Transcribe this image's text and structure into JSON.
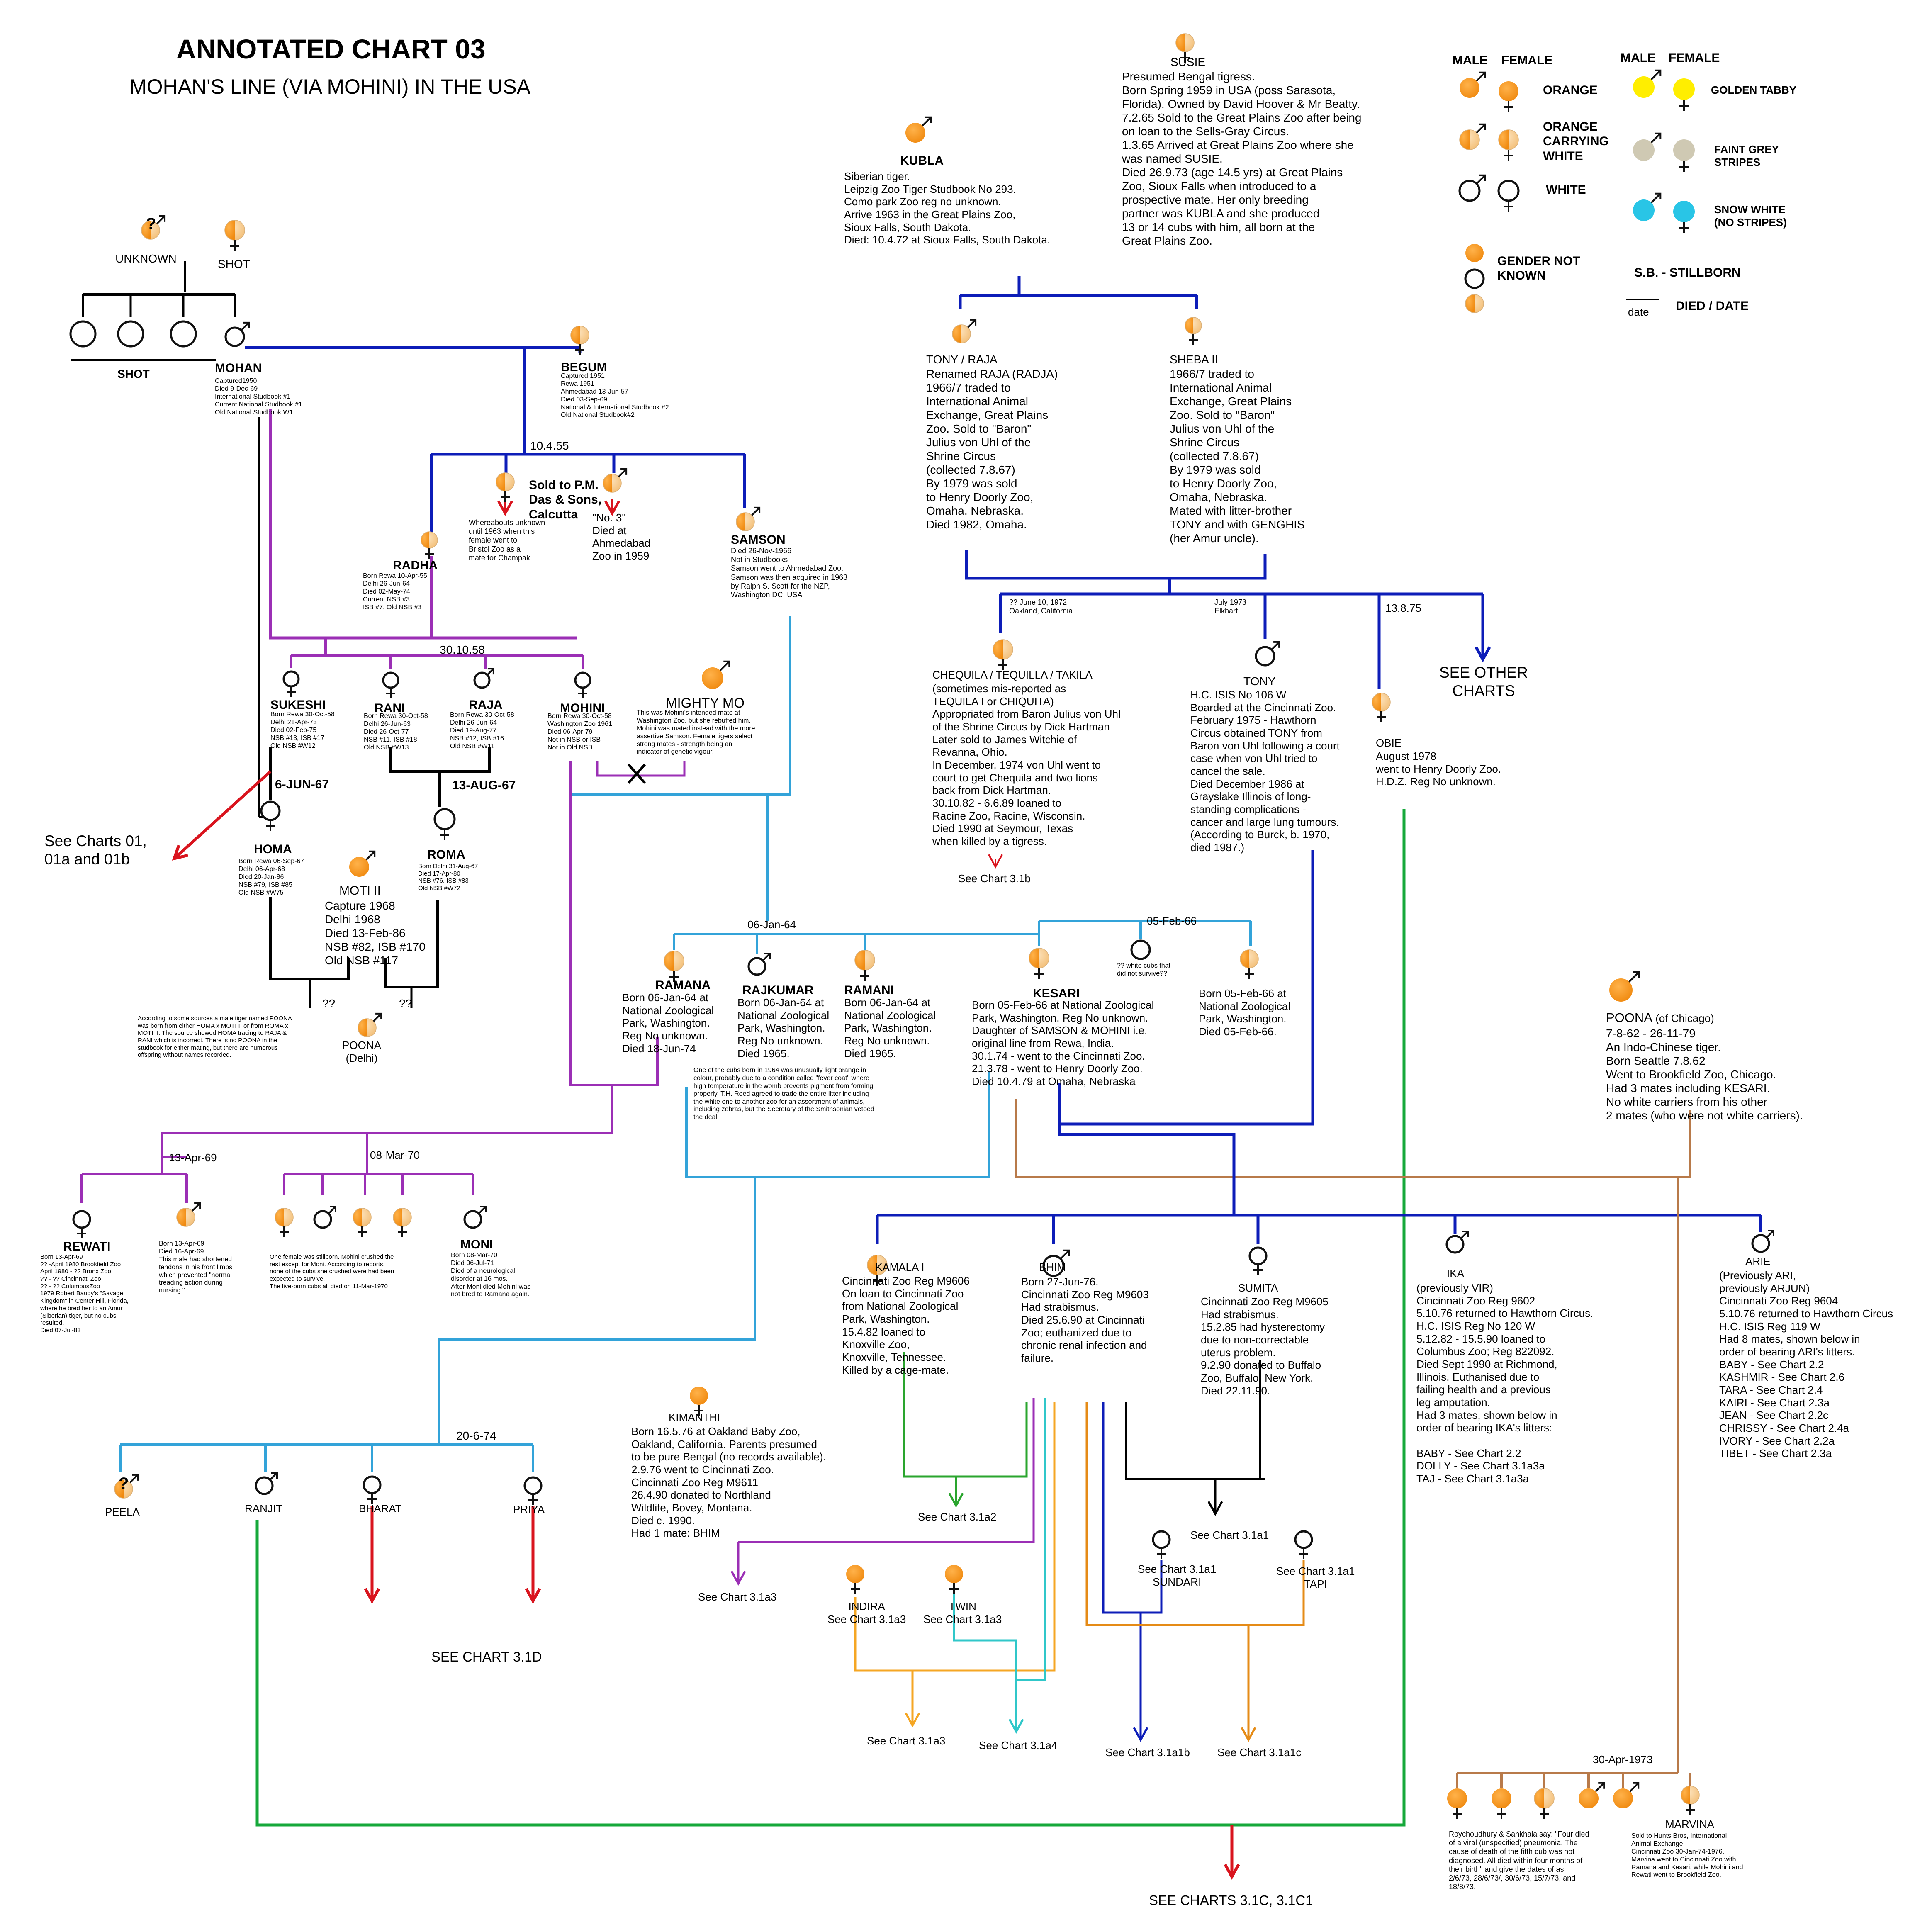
{
  "header": {
    "title": "ANNOTATED CHART 03",
    "subtitle": "MOHAN'S LINE (VIA MOHINI) IN THE USA"
  },
  "legend": {
    "male": "MALE",
    "female": "FEMALE",
    "orange": "ORANGE",
    "carrying": "ORANGE\nCARRYING\nWHITE",
    "white": "WHITE",
    "golden": "GOLDEN TABBY",
    "faint": "FAINT GREY\nSTRIPES",
    "snow": "SNOW WHITE\n(NO STRIPES)",
    "gender": "GENDER NOT\nKNOWN",
    "sb": "S.B.  - STILLBORN",
    "died": "DIED / DATE",
    "date_word": "date"
  },
  "colors": {
    "orange": "#f7931e",
    "pale": "#f9d39c",
    "golden": "#ffee00",
    "grey": "#cfc9b3",
    "snow": "#29c5e6",
    "blue": "#0d1db8",
    "purple": "#9b2fb5",
    "lightblue": "#33a3d9",
    "red": "#d9141e",
    "green": "#15a83a",
    "brown": "#b87a4a",
    "orange_line": "#e58b17",
    "amber": "#f5a623",
    "cyan": "#30c7c9",
    "lightgreen": "#2aa52e"
  },
  "nodes": {
    "unknown": "UNKNOWN",
    "shot": "SHOT",
    "shot_cubs": "SHOT",
    "mohan_name": "MOHAN",
    "mohan_info": "Captured1950\nDied 9-Dec-69\nInternational Studbook #1\nCurrent National Studbook #1\nOld National Studbook W1",
    "begum_name": "BEGUM",
    "begum_info": "Captured 1951\nRewa 1951\nAhmedabad 13-Jun-57\nDied 03-Sep-69\nNational & International Studbook #2\nOld National Studbook#2",
    "date_10455": "10.4.55",
    "sold_pm": "Sold to P.M.\nDas & Sons,\nCalcutta",
    "whereabouts": "Whereabouts unknown\nuntil 1963 when this\nfemale went to\nBristol Zoo as a\nmate for Champak",
    "no3": "\"No. 3\"\nDied at\nAhmedabad\nZoo in 1959",
    "samson_name": "SAMSON",
    "samson_info": "Died 26-Nov-1966\nNot in Studbooks\nSamson went to Ahmedabad Zoo.\nSamson was then acquired in 1963\nby Ralph S. Scott for the NZP,\nWashington DC, USA",
    "radha_name": "RADHA",
    "radha_info": "Born Rewa 10-Apr-55\nDelhi 26-Jun-64\nDied 02-May-74\nCurrent NSB #3\nISB #7, Old NSB #3",
    "date_301058": "30.10.58",
    "sukeshi_name": "SUKESHI",
    "sukeshi_info": "Born Rewa 30-Oct-58\nDelhi 21-Apr-73\nDied 02-Feb-75\nNSB #13, ISB #17\nOld NSB #W12",
    "rani_name": "RANI",
    "rani_info": "Born Rewa 30-Oct-58\nDelhi 26-Jun-63\nDied 26-Oct-77\nNSB #11, ISB #18\nOld NSB #W13",
    "raja_name": "RAJA",
    "raja_info": "Born Rewa 30-Oct-58\nDelhi 26-Jun-64\nDied 19-Aug-77\nNSB #12, ISB #16\nOld NSB #W11",
    "mohini_name": "MOHINI",
    "mohini_info": "Born Rewa 30-Oct-58\nWashington Zoo 1961\nDied 06-Apr-79\nNot in NSB or ISB\nNot in Old NSB",
    "mightymo_name": "MIGHTY MO",
    "mightymo_info": "This was Mohini's intended mate at\nWashington Zoo, but she rebuffed him.\nMohini was mated instead with the more\nassertive Samson. Female tigers select\nstrong mates - strength being an\nindicator of genetic vigour.",
    "date_6jun67": "6-JUN-67",
    "date_13aug67": "13-AUG-67",
    "see_01": "See Charts 01,\n01a and 01b",
    "homa_name": "HOMA",
    "homa_info": "Born Rewa 06-Sep-67\nDelhi 06-Apr-68\nDied 20-Jan-86\nNSB #79, ISB #85\nOld NSB #W75",
    "roma_name": "ROMA",
    "roma_info": "Born Delhi 31-Aug-67\nDied 17-Apr-80\nNSB #76, ISB #83\nOld NSB #W72",
    "moti_name": "MOTI II",
    "moti_info": "Capture 1968\nDelhi 1968\nDied 13-Feb-86\nNSB #82, ISB #170\nOld NSB #117",
    "qq1": "??",
    "qq2": "??",
    "poona_d_note": "According to some sources a male tiger named POONA\nwas born from either HOMA x MOTI II or from ROMA x\nMOTI II.  The source showed HOMA tracing to RAJA &\nRANI which is incorrect. There is no POONA in the\nstudbook for either mating, but there are numerous\noffspring without names recorded.",
    "poona_d_name": "POONA\n(Delhi)",
    "kubla_name": "KUBLA",
    "kubla_info": "Siberian tiger.\nLeipzig Zoo Tiger Studbook No 293.\nComo park Zoo reg no unknown.\nArrive 1963 in the Great Plains Zoo,\nSioux Falls, South Dakota.\nDied: 10.4.72 at Sioux Falls, South Dakota.",
    "susie_name": "SUSIE",
    "susie_info": "Presumed Bengal tigress.\nBorn Spring 1959 in USA (poss Sarasota,\nFlorida).  Owned by David Hoover & Mr Beatty.\n7.2.65 Sold to the Great Plains Zoo after being\non loan to the Sells-Gray Circus.\n1.3.65 Arrived at Great Plains Zoo where she\nwas named SUSIE.\nDied 26.9.73 (age 14.5 yrs) at Great Plains\nZoo, Sioux Falls when introduced to a\nprospective mate.  Her only breeding\npartner was KUBLA and she produced\n13 or 14 cubs with him, all  born at the\nGreat Plains Zoo.",
    "tony_raja_name": "TONY / RAJA",
    "tony_raja_info": "Renamed RAJA (RADJA)\n1966/7 traded to\nInternational Animal\nExchange, Great Plains\nZoo.  Sold to \"Baron\"\nJulius von Uhl of the\nShrine Circus\n(collected 7.8.67)\nBy 1979 was sold\nto Henry Doorly Zoo,\nOmaha, Nebraska.\nDied 1982, Omaha.",
    "sheba_name": "SHEBA II",
    "sheba_info": "1966/7 traded to\nInternational Animal\nExchange, Great Plains\nZoo.  Sold to \"Baron\"\nJulius von Uhl of the\nShrine Circus\n(collected 7.8.67)\nBy 1979 was sold\nto Henry Doorly Zoo,\nOmaha, Nebraska.\nMated with litter-brother\nTONY and with GENGHIS\n (her Amur uncle).",
    "date_june1972": "?? June 10, 1972\nOakland, California",
    "date_july1973": "July 1973\nElkhart",
    "date_13875": "13.8.75",
    "see_other": "SEE OTHER\nCHARTS",
    "chequila_name": "CHEQUILA / TEQUILLA / TAKILA",
    "chequila_info": "(sometimes mis-reported as\nTEQUILA I or CHIQUITA)\nAppropriated from Baron Julius von Uhl\nof the Shrine Circus by Dick Hartman\nLater sold to James Witchie of\nRevanna, Ohio.\nIn December, 1974 von Uhl went to\ncourt to get Chequila and two lions\nback from Dick Hartman.\n30.10.82 - 6.6.89 loaned to\nRacine Zoo, Racine, Wisconsin.\nDied 1990 at Seymour, Texas\nwhen killed by a tigress.",
    "see_31b": "See Chart 3.1b",
    "tony_name": "TONY",
    "tony_info": "H.C. ISIS No 106 W\nBoarded at the Cincinnati Zoo.\n February 1975 - Hawthorn\nCircus obtained TONY from\nBaron von Uhl following a court\ncase when von Uhl tried to\ncancel the sale.\nDied December 1986 at\nGrayslake Illinois of long-\nstanding complications -\ncancer and large lung tumours.\n(According to Burck, b. 1970,\n died 1987.)",
    "obie_name": "OBIE",
    "obie_info": "August 1978\nwent to Henry Doorly Zoo.\nH.D.Z. Reg No unknown.",
    "date_06jan64": "06-Jan-64",
    "date_05feb66": "05-Feb-66",
    "ramana_name": "RAMANA",
    "ramana_info": "Born 06-Jan-64 at\nNational Zoological\nPark, Washington.\nReg No unknown.\nDied 18-Jun-74",
    "rajkumar_name": "RAJKUMAR",
    "rajkumar_info": "Born 06-Jan-64 at\nNational Zoological\nPark, Washington.\nReg No unknown.\nDied 1965.",
    "ramani_name": "RAMANI",
    "ramani_info": "Born 06-Jan-64 at\nNational Zoological\nPark, Washington.\nReg No unknown.\nDied 1965.",
    "kesari_name": "KESARI",
    "kesari_info": "Born 05-Feb-66  at National Zoological\nPark, Washington.  Reg No unknown.\nDaughter of SAMSON & MOHINI i.e.\noriginal line from Rewa, India.\n30.1.74 - went to the Cincinnati Zoo.\n21.3.78 - went to Henry Doorly Zoo.\nDied 10.4.79 at Omaha, Nebraska",
    "whitecubs": "?? white cubs that\ndid not survive??",
    "feb66_cub_info": "Born 05-Feb-66 at\nNational Zoological\nPark, Washington.\nDied 05-Feb-66.",
    "fevercoat_note": "One of the cubs born in 1964 was unusually light orange in\ncolour, probably due to a condition called \"fever coat\" where\nhigh temperature in the womb prevents pigment from forming\nproperly.  T.H. Reed agreed to trade the entire litter including\nthe white one to another zoo for an assortment of animals,\nincluding zebras, but the Secretary of the Smithsonian vetoed\nthe deal.",
    "poona_c_name": "POONA",
    "poona_c_of": " (of Chicago)",
    "poona_c_info": "7-8-62 - 26-11-79\nAn Indo-Chinese tiger.\nBorn Seattle 7.8.62\nWent to Brookfield Zoo, Chicago.\nHad 3 mates including KESARI.\nNo white carriers from his other\n2 mates (who were not white carriers).",
    "date_13apr69": "13-Apr-69",
    "date_08mar70": "08-Mar-70",
    "rewati_name": "REWATI",
    "rewati_info": "Born 13-Apr-69\n?? -April 1980  Brookfield Zoo\nApril 1980 - ?? Bronx Zoo\n?? - ?? Cincinnati Zoo\n?? - ?? ColumbusZoo\n1979  Robert Baudy's \"Savage\nKingdom\" in Center Hill, Florida,\nwhere he bred her to an Amur\n(Siberian) tiger, but no cubs\nresulted.\nDied 07-Jul-83",
    "apr69_cub_info": "Born 13-Apr-69\nDied 16-Apr-69\nThis male had shortened\ntendons in his front limbs\nwhich prevented \"normal\ntreading action during\nnursing.\"",
    "mar70_note": "One female was stillborn. Mohini crushed the\nrest except for Moni. According to reports,\nnone of the cubs she crushed were had been\nexpected to survive.\n The live-born cubs all died on 11-Mar-1970",
    "moni_name": "MONI",
    "moni_info": "Born 08-Mar-70\nDied 06-Jul-71\nDied of a neurological\ndisorder at 16 mos.\nAfter Moni died Mohini was\nnot bred to Ramana again.",
    "kamala_name": "KAMALA I",
    "kamala_info": "Cincinnati Zoo Reg M9606\nOn loan to Cincinnati Zoo\nfrom National Zoological\nPark, Washington.\n15.4.82 loaned to\nKnoxville Zoo,\nKnoxville, Tennessee.\nKilled by a cage-mate.",
    "bhim_name": "BHIM",
    "bhim_info": "Born 27-Jun-76.\nCincinnati Zoo Reg M9603\nHad strabismus.\nDied 25.6.90 at Cincinnati\nZoo; euthanized due to\nchronic renal infection and\nfailure.",
    "sumita_name": "SUMITA",
    "sumita_info": "Cincinnati Zoo Reg M9605\nHad strabismus.\n15.2.85 had hysterectomy\ndue to non-correctable\nuterus problem.\n9.2.90 donated to Buffalo\nZoo, Buffalo, New York.\nDied 22.11.90.",
    "ika_name": "IKA",
    "ika_info": "(previously VIR)\nCincinnati Zoo Reg 9602\n5.10.76 returned to Hawthorn Circus.\nH.C. ISIS Reg No 120 W\n5.12.82 - 15.5.90 loaned to\nColumbus Zoo; Reg 822092.\nDied  Sept 1990 at Richmond,\nIllinois.  Euthanised due to\nfailing health and a previous\nleg amputation.\nHad 3 mates, shown below in\norder of bearing IKA's litters:\n\nBABY - See Chart 2.2\nDOLLY - See Chart 3.1a3a\nTAJ - See Chart 3.1a3a",
    "arie_name": "ARIE",
    "arie_info": "(Previously ARI,\npreviously ARJUN)\nCincinnati Zoo Reg 9604\n5.10.76 returned to Hawthorn Circus\nH.C. ISIS Reg 119 W\nHad 8 mates, shown below in\norder of bearing ARI's litters.\nBABY - See Chart 2.2\nKASHMIR - See Chart 2.6\nTARA - See Chart 2.4\nKAIRI - See Chart 2.3a\nJEAN - See Chart 2.2c\nCHRISSY - See Chart 2.4a\nIVORY - See Chart 2.2a\nTIBET - See Chart 2.3a",
    "date_20674": "20-6-74",
    "peela": "PEELA",
    "ranjit": "RANJIT",
    "bharat": "BHARAT",
    "priya": "PRIYA",
    "see_31d": "SEE CHART 3.1D",
    "kimanthi_name": "KIMANTHI",
    "kimanthi_info": "Born 16.5.76 at Oakland Baby Zoo,\nOakland, California. Parents presumed\nto be pure Bengal (no records available).\n2.9.76 went to Cincinnati Zoo.\nCincinnati Zoo Reg M9611\n26.4.90 donated to Northland\nWildlife, Bovey, Montana.\nDied c. 1990.\nHad 1 mate: BHIM",
    "see_31a2": "See Chart 3.1a2",
    "see_31a1": "See Chart 3.1a1",
    "sundari": "See Chart 3.1a1\nSUNDARI",
    "tapi": "See Chart 3.1a1\nTAPI",
    "see_31a3_k": "See Chart 3.1a3",
    "indira": "INDIRA\nSee Chart 3.1a3",
    "twin": "TWIN\nSee Chart 3.1a3",
    "see_31a3_b": "See Chart 3.1a3",
    "see_31a4": "See Chart 3.1a4",
    "see_31a1b": "See Chart 3.1a1b",
    "see_31a1c": "See Chart 3.1a1c",
    "date_30apr73": "30-Apr-1973",
    "roy_note": "Roychoudhury & Sankhala say: \"Four died\nof a viral (unspecified) pneumonia. The\ncause of death of the fifth cub was not\ndiagnosed. All died within four months of\ntheir birth\" and give the dates of as:\n2/6/73, 28/6/73/, 30/6/73, 15/7/73, and\n18/8/73.",
    "marvina_name": "MARVINA",
    "marvina_info": "Sold to Hunts Bros, International\nAnimal Exchange\nCincinnati Zoo 30-Jan-74-1976.\nMarvina went to Cincinnati Zoo with\nRamana and Kesari, while Mohini and\nRewati went to Brookfield Zoo.",
    "see_31c": "SEE CHARTS 3.1C, 3.1C1"
  }
}
